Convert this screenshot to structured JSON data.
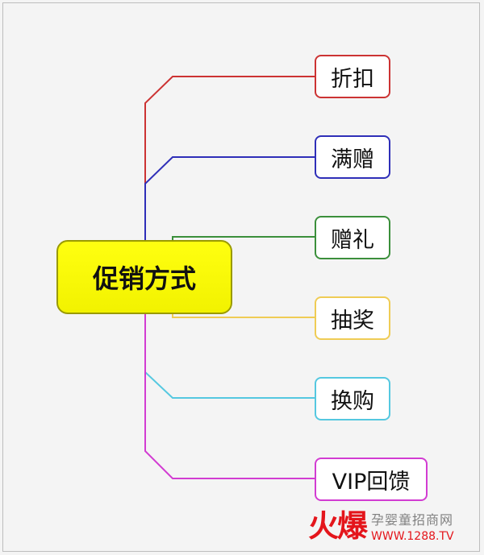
{
  "mindmap": {
    "root": "促销方式",
    "branches": [
      {
        "label": "折扣",
        "color": "#cc3333"
      },
      {
        "label": "满赠",
        "color": "#2f2fb8"
      },
      {
        "label": "赠礼",
        "color": "#3b8f3b"
      },
      {
        "label": "抽奖",
        "color": "#efcc55"
      },
      {
        "label": "换购",
        "color": "#55c8e0"
      },
      {
        "label": "VIP回馈",
        "color": "#d23cd2"
      }
    ]
  },
  "watermark": {
    "logo": "火爆",
    "tagline": "孕婴童招商网",
    "url": "WWW.1288.TV"
  }
}
